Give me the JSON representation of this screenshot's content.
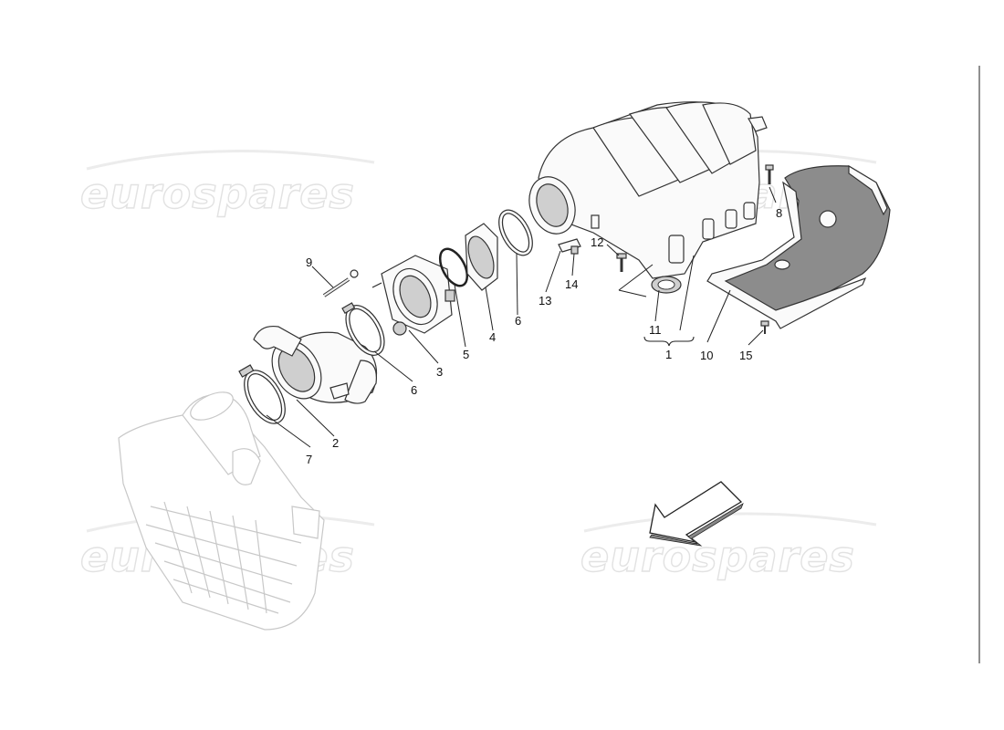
{
  "watermark": {
    "brand_a": "euro",
    "brand_b": "spares"
  },
  "callouts": {
    "c1": "1",
    "c2": "2",
    "c3": "3",
    "c4": "4",
    "c5": "5",
    "c6a": "6",
    "c6b": "6",
    "c7": "7",
    "c8": "8",
    "c9": "9",
    "c10": "10",
    "c11": "11",
    "c12": "12",
    "c13": "13",
    "c14": "14",
    "c15": "15"
  },
  "colors": {
    "line": "#333333",
    "ghost_line": "#c8c8c8",
    "watermark": "#e2e2e2",
    "shaded_part": "#8c8c8c"
  },
  "icons": {
    "direction_arrow": "front-direction-arrow-icon"
  }
}
